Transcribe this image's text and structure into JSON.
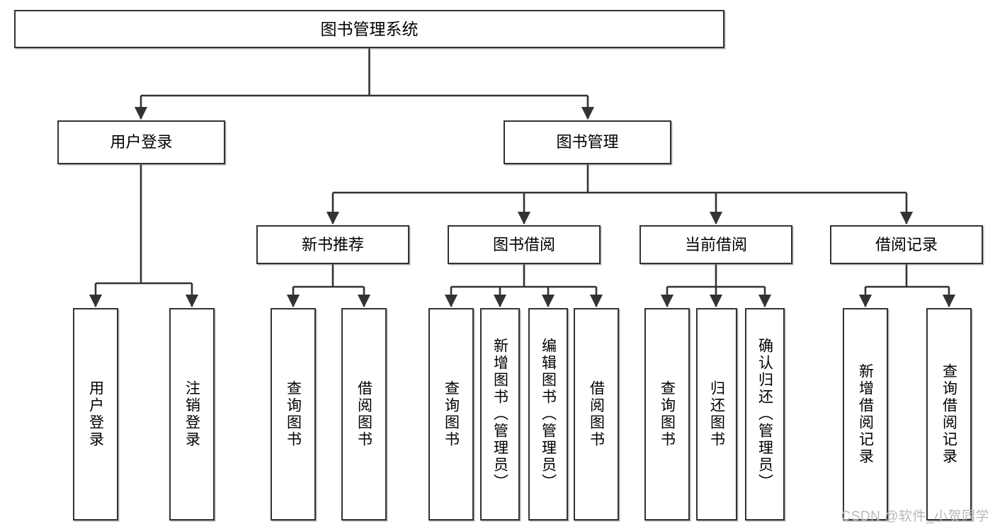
{
  "diagram": {
    "title": "图书管理系统",
    "type": "tree-hierarchy",
    "style": {
      "box_border_color": "#333333",
      "box_fill_color": "#ffffff",
      "connector_color": "#333333",
      "text_color": "#000000",
      "watermark_color": "#b9b9b9"
    },
    "nodes": {
      "root": {
        "label": "图书管理系统"
      },
      "level2": [
        {
          "id": "user-login",
          "label": "用户登录"
        },
        {
          "id": "book-manage",
          "label": "图书管理"
        }
      ],
      "level3": [
        {
          "id": "new-book-recommend",
          "label": "新书推荐"
        },
        {
          "id": "book-borrow",
          "label": "图书借阅"
        },
        {
          "id": "current-borrow",
          "label": "当前借阅"
        },
        {
          "id": "borrow-record",
          "label": "借阅记录"
        }
      ],
      "leaves": {
        "user-login": [
          {
            "id": "leaf-user-login",
            "label": "用户登录"
          },
          {
            "id": "leaf-logout",
            "label": "注销登录"
          }
        ],
        "new-book-recommend": [
          {
            "id": "leaf-query-book-1",
            "label": "查询图书"
          },
          {
            "id": "leaf-borrow-book-1",
            "label": "借阅图书"
          }
        ],
        "book-borrow": [
          {
            "id": "leaf-query-book-2",
            "label": "查询图书"
          },
          {
            "id": "leaf-add-book",
            "label": "新增图书（管理员）"
          },
          {
            "id": "leaf-edit-book",
            "label": "编辑图书（管理员）"
          },
          {
            "id": "leaf-borrow-book-2",
            "label": "借阅图书"
          }
        ],
        "current-borrow": [
          {
            "id": "leaf-query-book-3",
            "label": "查询图书"
          },
          {
            "id": "leaf-return-book",
            "label": "归还图书"
          },
          {
            "id": "leaf-confirm-return",
            "label": "确认归还（管理员）"
          }
        ],
        "borrow-record": [
          {
            "id": "leaf-add-record",
            "label": "新增借阅记录"
          },
          {
            "id": "leaf-query-record",
            "label": "查询借阅记录"
          }
        ]
      }
    },
    "watermark": "CSDN @软件_小贺同学"
  }
}
